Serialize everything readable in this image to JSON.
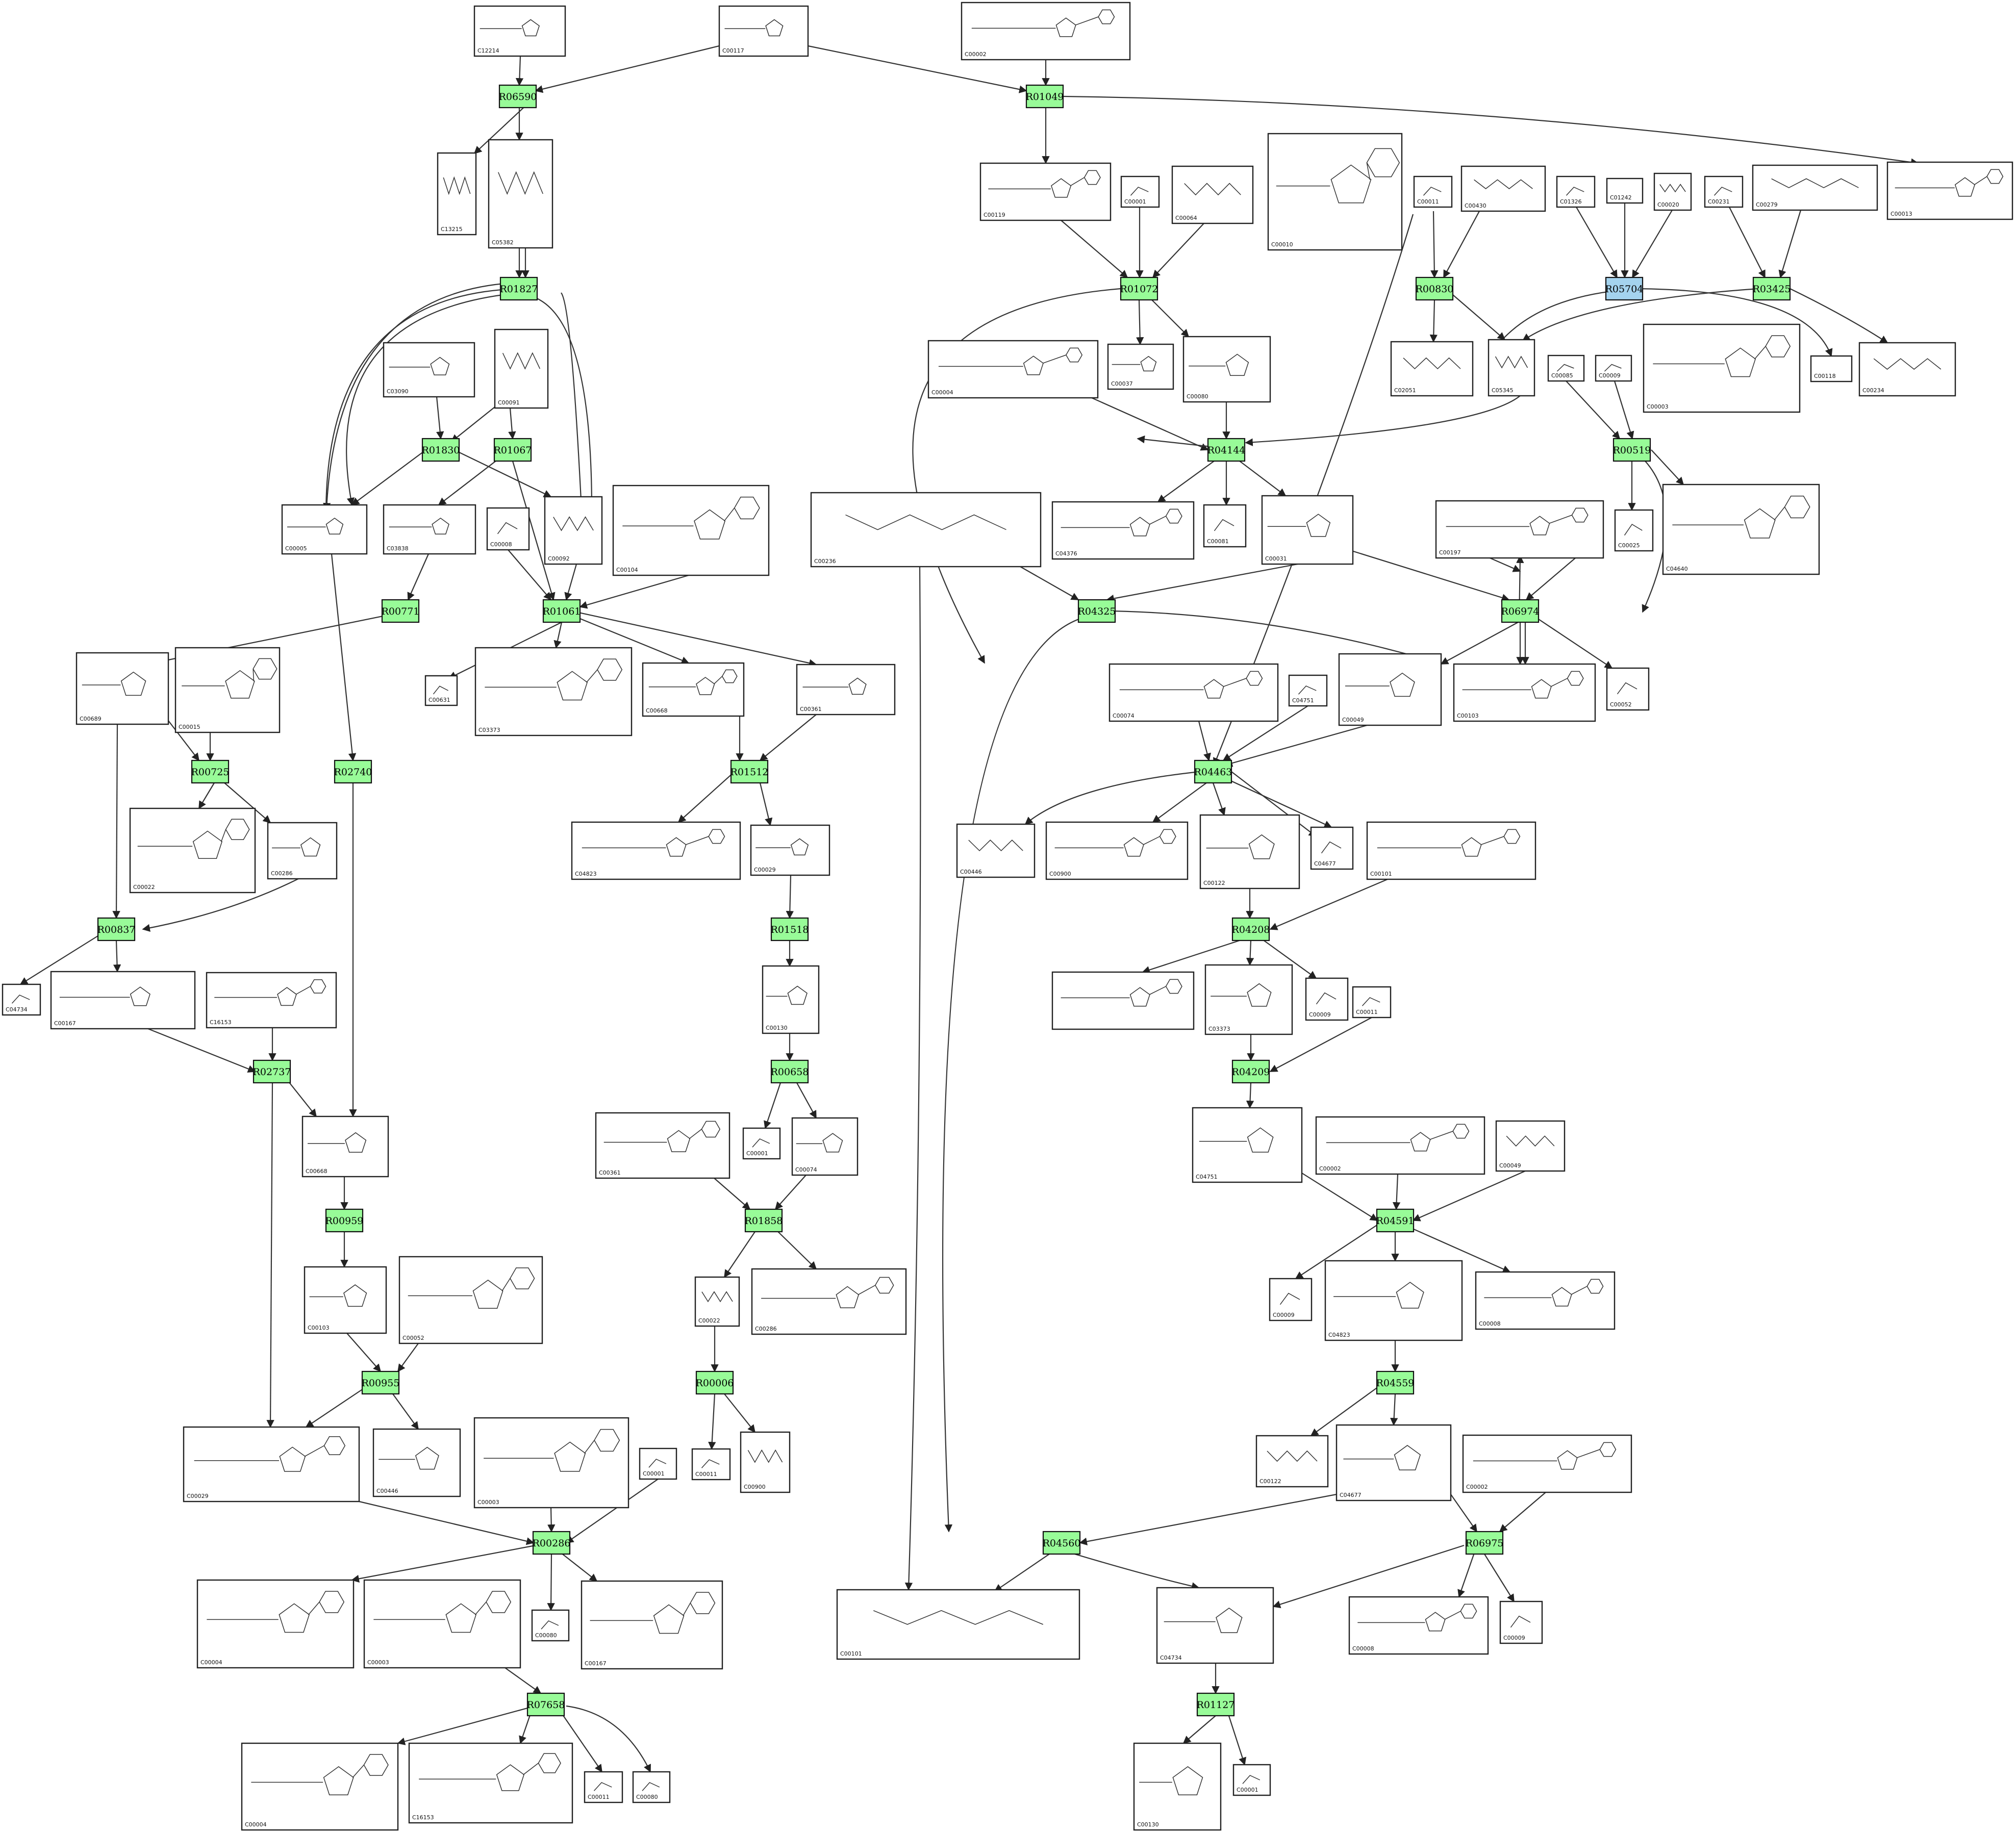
{
  "colors": {
    "reaction_fill": "#98fb98",
    "reaction_fill_alt": "#a4d3ee",
    "edge": "#333333"
  },
  "reactions": [
    {
      "id": "R06590",
      "fill": "#98fb98"
    },
    {
      "id": "R01049",
      "fill": "#98fb98"
    },
    {
      "id": "R01827",
      "fill": "#98fb98"
    },
    {
      "id": "R01072",
      "fill": "#98fb98"
    },
    {
      "id": "R00830",
      "fill": "#98fb98"
    },
    {
      "id": "R05704",
      "fill": "#a4d3ee"
    },
    {
      "id": "R03425",
      "fill": "#98fb98"
    },
    {
      "id": "R01830",
      "fill": "#98fb98"
    },
    {
      "id": "R01067",
      "fill": "#98fb98"
    },
    {
      "id": "R04144",
      "fill": "#98fb98"
    },
    {
      "id": "R00519",
      "fill": "#98fb98"
    },
    {
      "id": "R00771",
      "fill": "#98fb98"
    },
    {
      "id": "R01061",
      "fill": "#98fb98"
    },
    {
      "id": "R04325",
      "fill": "#98fb98"
    },
    {
      "id": "R06974",
      "fill": "#98fb98"
    },
    {
      "id": "R00725",
      "fill": "#98fb98"
    },
    {
      "id": "R02740",
      "fill": "#98fb98"
    },
    {
      "id": "R01512",
      "fill": "#98fb98"
    },
    {
      "id": "R04463",
      "fill": "#98fb98"
    },
    {
      "id": "R01518",
      "fill": "#98fb98"
    },
    {
      "id": "R00837",
      "fill": "#98fb98"
    },
    {
      "id": "R04208",
      "fill": "#98fb98"
    },
    {
      "id": "R02737",
      "fill": "#98fb98"
    },
    {
      "id": "R00658",
      "fill": "#98fb98"
    },
    {
      "id": "R04209",
      "fill": "#98fb98"
    },
    {
      "id": "R00959",
      "fill": "#98fb98"
    },
    {
      "id": "R01858",
      "fill": "#98fb98"
    },
    {
      "id": "R04591",
      "fill": "#98fb98"
    },
    {
      "id": "R00955",
      "fill": "#98fb98"
    },
    {
      "id": "R00006",
      "fill": "#98fb98"
    },
    {
      "id": "R04559",
      "fill": "#98fb98"
    },
    {
      "id": "R00286",
      "fill": "#98fb98"
    },
    {
      "id": "R04560",
      "fill": "#98fb98"
    },
    {
      "id": "R06975",
      "fill": "#98fb98"
    },
    {
      "id": "R07658",
      "fill": "#98fb98"
    },
    {
      "id": "R01127",
      "fill": "#98fb98"
    }
  ],
  "compounds": [
    {
      "id": "C12214",
      "label": "C12214"
    },
    {
      "id": "C00117",
      "label": "C00117"
    },
    {
      "id": "C00002",
      "label": "C00002"
    },
    {
      "id": "C13215",
      "label": "C13215"
    },
    {
      "id": "C05382",
      "label": "C05382"
    },
    {
      "id": "C00119",
      "label": "C00119"
    },
    {
      "id": "C00001",
      "label": "C00001"
    },
    {
      "id": "C00064",
      "label": "C00064"
    },
    {
      "id": "C00010",
      "label": "C00010"
    },
    {
      "id": "C00011",
      "label": "C00011"
    },
    {
      "id": "C00430",
      "label": "C00430"
    },
    {
      "id": "C01326",
      "label": "C01326"
    },
    {
      "id": "C01242",
      "label": "C01242"
    },
    {
      "id": "C00020",
      "label": "C00020"
    },
    {
      "id": "C00231",
      "label": "C00231"
    },
    {
      "id": "C00279",
      "label": "C00279"
    },
    {
      "id": "C00013",
      "label": "C00013"
    },
    {
      "id": "C03090",
      "label": "C03090"
    },
    {
      "id": "C00091",
      "label": "C00091"
    },
    {
      "id": "C00037",
      "label": "C00037"
    },
    {
      "id": "C00080",
      "label": "C00080"
    },
    {
      "id": "C00004",
      "label": "C00004"
    },
    {
      "id": "C02051",
      "label": "C02051"
    },
    {
      "id": "C05345",
      "label": "C05345"
    },
    {
      "id": "C00085",
      "label": "C00085"
    },
    {
      "id": "C00009",
      "label": "C00009"
    },
    {
      "id": "C00118",
      "label": "C00118"
    },
    {
      "id": "C00003",
      "label": "C00003"
    },
    {
      "id": "C00234",
      "label": "C00234"
    },
    {
      "id": "C00005",
      "label": "C00005"
    },
    {
      "id": "C03838",
      "label": "C03838"
    },
    {
      "id": "C00008",
      "label": "C00008"
    },
    {
      "id": "C00092",
      "label": "C00092"
    },
    {
      "id": "C00104",
      "label": "C00104"
    },
    {
      "id": "C00236",
      "label": "C00236"
    },
    {
      "id": "C04376",
      "label": "C04376"
    },
    {
      "id": "C00081",
      "label": "C00081"
    },
    {
      "id": "C00031",
      "label": "C00031"
    },
    {
      "id": "C00197",
      "label": "C00197"
    },
    {
      "id": "C00025",
      "label": "C00025"
    },
    {
      "id": "C04640",
      "label": "C04640"
    },
    {
      "id": "C00689",
      "label": "C00689"
    },
    {
      "id": "C00015",
      "label": "C00015"
    },
    {
      "id": "C00631",
      "label": "C00631"
    },
    {
      "id": "C03373",
      "label": "C03373"
    },
    {
      "id": "C00668",
      "label": "C00668"
    },
    {
      "id": "C00361",
      "label": "C00361"
    },
    {
      "id": "C00074",
      "label": "C00074"
    },
    {
      "id": "C04751",
      "label": "C04751"
    },
    {
      "id": "C00049",
      "label": "C00049"
    },
    {
      "id": "C00103",
      "label": "C00103"
    },
    {
      "id": "C00052",
      "label": "C00052"
    },
    {
      "id": "C00022",
      "label": "C00022"
    },
    {
      "id": "C00286",
      "label": "C00286"
    },
    {
      "id": "C04823",
      "label": "C04823"
    },
    {
      "id": "C00029",
      "label": "C00029"
    },
    {
      "id": "C00446",
      "label": "C00446"
    },
    {
      "id": "C00900",
      "label": "C00900"
    },
    {
      "id": "C00122",
      "label": "C00122"
    },
    {
      "id": "C04677",
      "label": "C04677"
    },
    {
      "id": "C00101",
      "label": "C00101"
    },
    {
      "id": "C04734",
      "label": "C04734"
    },
    {
      "id": "C00167",
      "label": "C00167"
    },
    {
      "id": "C16153",
      "label": "C16153"
    },
    {
      "id": "C00130",
      "label": "C00130"
    },
    {
      "id": "",
      "label": ""
    }
  ]
}
